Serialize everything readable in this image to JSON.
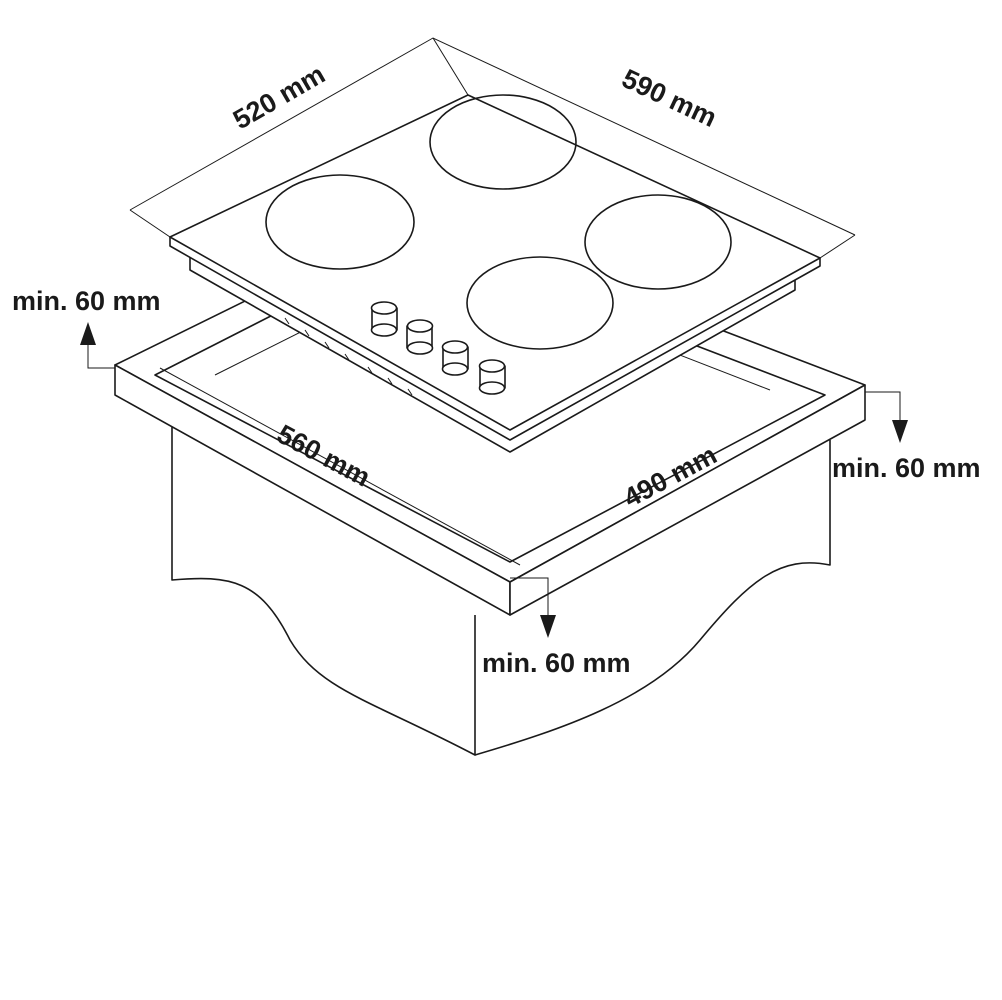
{
  "dimensions": {
    "hob_depth": "520 mm",
    "hob_width": "590 mm",
    "cutout_width": "560 mm",
    "cutout_depth": "490 mm",
    "clearance_back": "min. 60 mm",
    "clearance_right": "min. 60 mm",
    "clearance_front": "min. 60 mm"
  }
}
